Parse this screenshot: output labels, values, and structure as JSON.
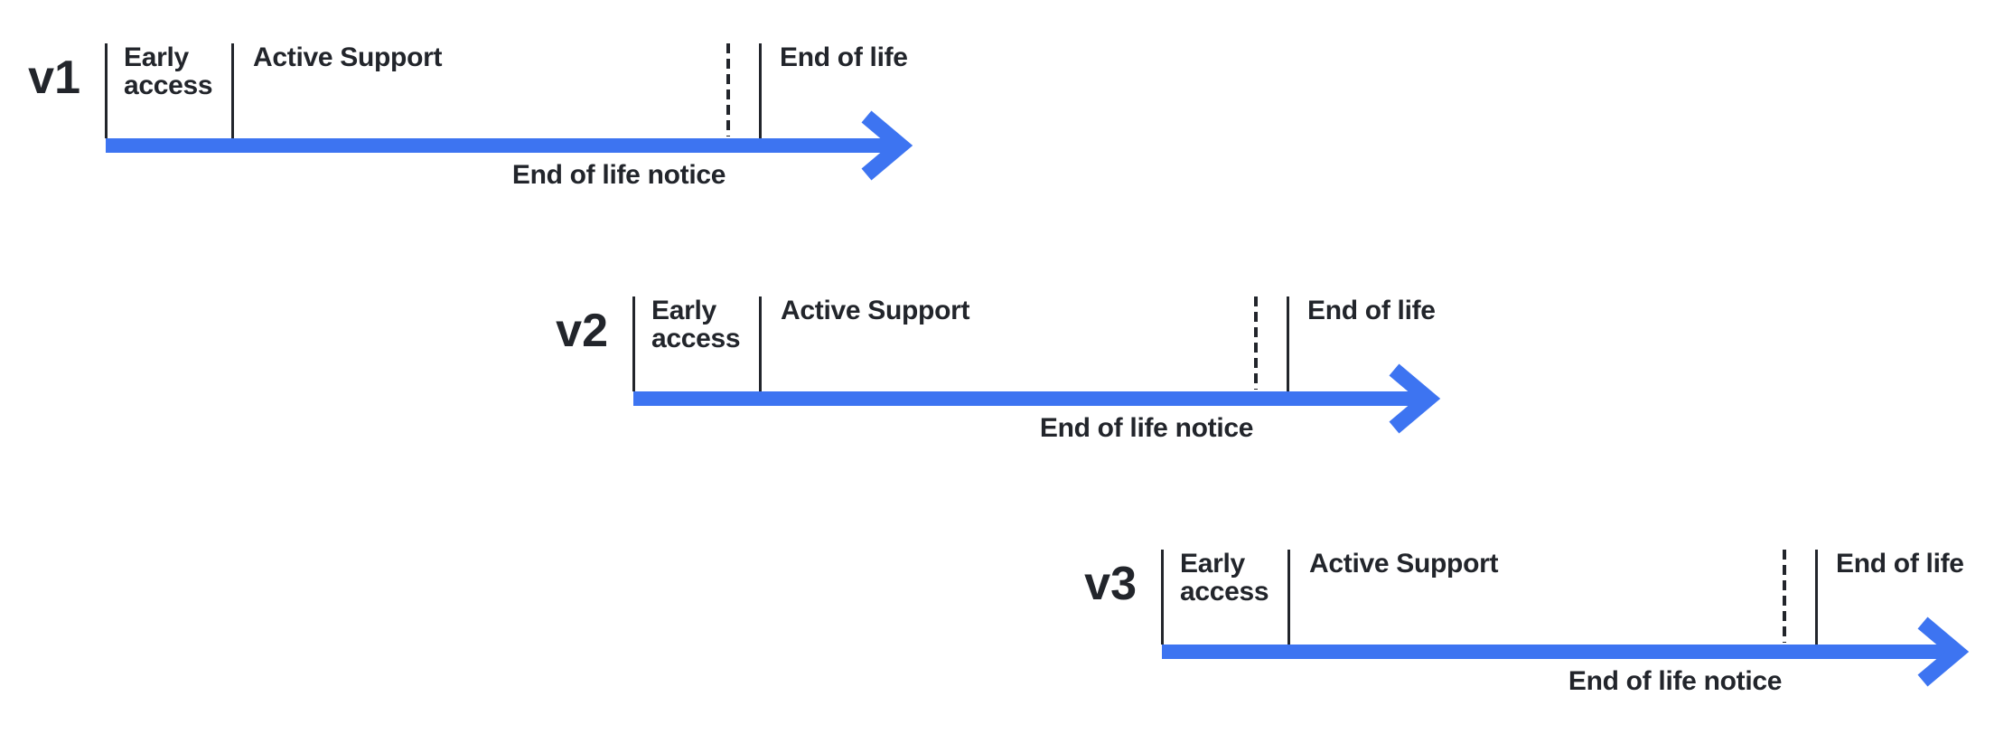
{
  "colors": {
    "accent_blue": "#3D74F1",
    "line_dark": "#22252B",
    "background": "#FFFFFF"
  },
  "timelines": [
    {
      "version": "v1",
      "phases": {
        "early_access": "Early access",
        "active_support": "Active Support",
        "end_of_life": "End of life",
        "end_of_life_notice": "End of life notice"
      }
    },
    {
      "version": "v2",
      "phases": {
        "early_access": "Early access",
        "active_support": "Active Support",
        "end_of_life": "End of life",
        "end_of_life_notice": "End of life notice"
      }
    },
    {
      "version": "v3",
      "phases": {
        "early_access": "Early access",
        "active_support": "Active Support",
        "end_of_life": "End of life",
        "end_of_life_notice": "End of life notice"
      }
    }
  ]
}
